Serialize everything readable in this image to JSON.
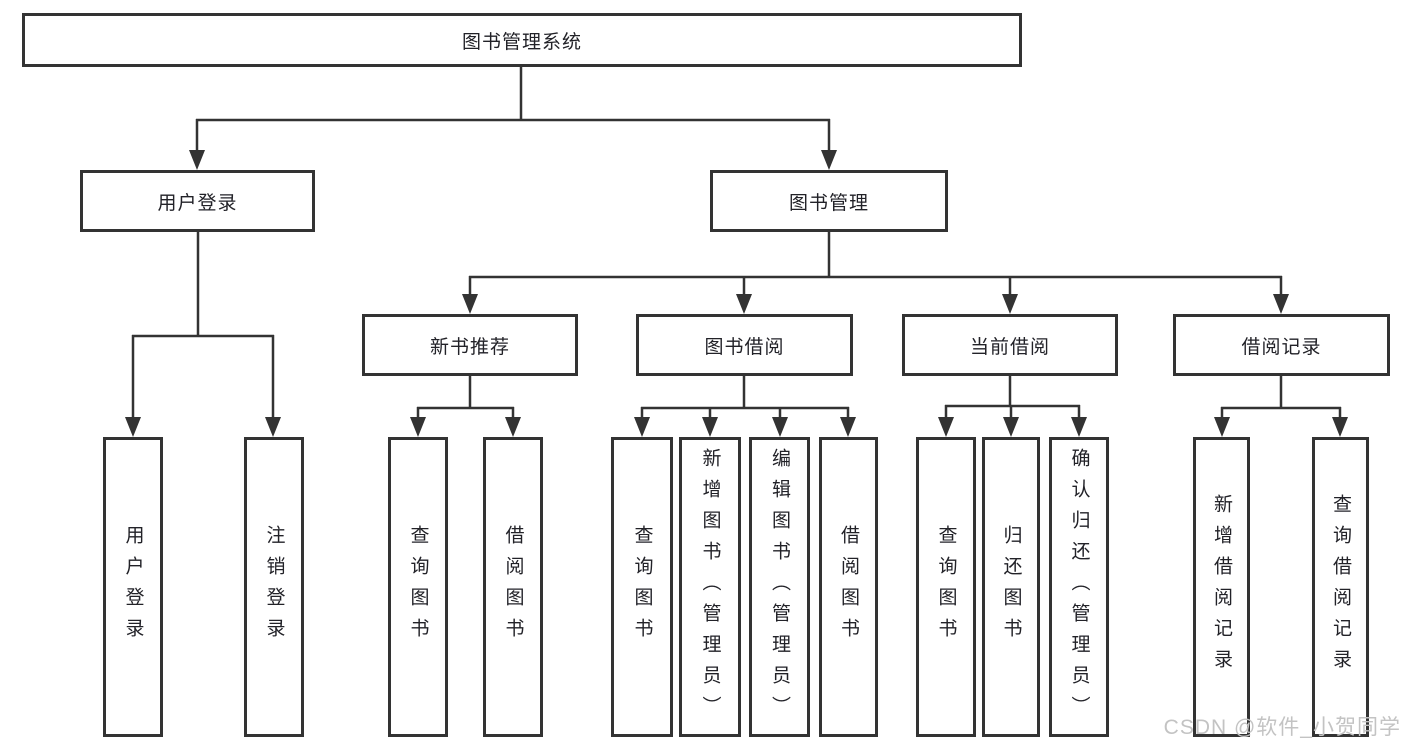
{
  "diagram": {
    "root": {
      "label": "图书管理系统"
    },
    "branches": [
      {
        "label": "用户登录",
        "children": [
          {
            "label": "用户登录"
          },
          {
            "label": "注销登录"
          }
        ]
      },
      {
        "label": "图书管理",
        "children": [
          {
            "label": "新书推荐",
            "children": [
              {
                "label": "查询图书"
              },
              {
                "label": "借阅图书"
              }
            ]
          },
          {
            "label": "图书借阅",
            "children": [
              {
                "label": "查询图书"
              },
              {
                "label": "新增图书（管理员）"
              },
              {
                "label": "编辑图书（管理员）"
              },
              {
                "label": "借阅图书"
              }
            ]
          },
          {
            "label": "当前借阅",
            "children": [
              {
                "label": "查询图书"
              },
              {
                "label": "归还图书"
              },
              {
                "label": "确认归还（管理员）"
              }
            ]
          },
          {
            "label": "借阅记录",
            "children": [
              {
                "label": "新增借阅记录"
              },
              {
                "label": "查询借阅记录"
              }
            ]
          }
        ]
      }
    ]
  },
  "watermark": {
    "text": "CSDN @软件_小贺同学"
  },
  "colors": {
    "line": "#333333",
    "text": "#222228",
    "background": "#ffffff",
    "watermark": "#c3c3c3"
  }
}
